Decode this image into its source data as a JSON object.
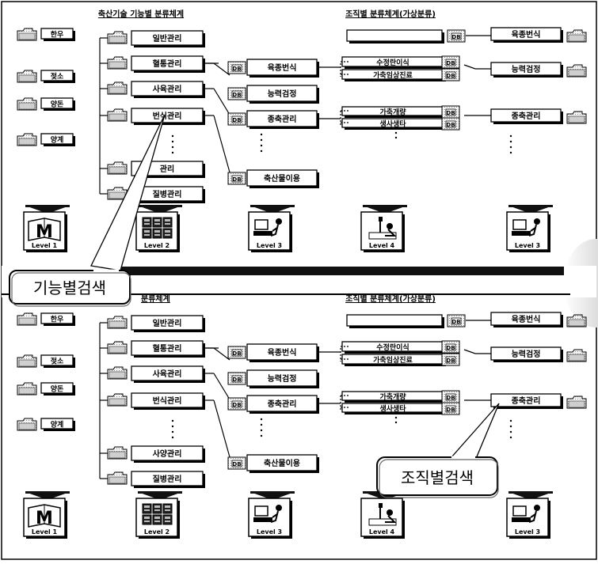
{
  "top_panel": {
    "function_title": "축산기술 기능별 분류체계",
    "org_title": "조직별 분류체계(가상분류)",
    "species": [
      "한우",
      "젖소",
      "양돈",
      "양계"
    ],
    "functions": [
      "일반관리",
      "혈통관리",
      "사육관리",
      "번식관리",
      "관리",
      "질병관리"
    ],
    "level2_items": [
      "육종번식",
      "능력검정",
      "종축관리",
      "축산물이용"
    ],
    "level3_items": [
      "",
      "수정란이식",
      "가축임상진료",
      "가축개량",
      "생사생타"
    ],
    "right_items": [
      "육종번식",
      "능력검정",
      "종축관리"
    ],
    "levels": [
      "Level 1",
      "Level 2",
      "Level 3",
      "Level 4",
      "Level 3"
    ],
    "callout": "기능별검색"
  },
  "bottom_panel": {
    "function_title": "분류체계",
    "org_title": "조직별 분류체계(가상분류)",
    "species": [
      "한우",
      "젖소",
      "양돈",
      "양계"
    ],
    "functions": [
      "일반관리",
      "혈통관리",
      "사육관리",
      "번식관리",
      "사양관리",
      "질병관리"
    ],
    "level2_items": [
      "육종번식",
      "능력검정",
      "종축관리",
      "축산물이용"
    ],
    "level3_items": [
      "",
      "수정란이식",
      "가축임상진료",
      "가축개량",
      "생사생타"
    ],
    "right_items": [
      "육종번식",
      "능력검정",
      "종축관리"
    ],
    "levels": [
      "Level 1",
      "Level 2",
      "Level 3",
      "Level 4",
      "Level 3"
    ],
    "callout": "조직별검색"
  }
}
